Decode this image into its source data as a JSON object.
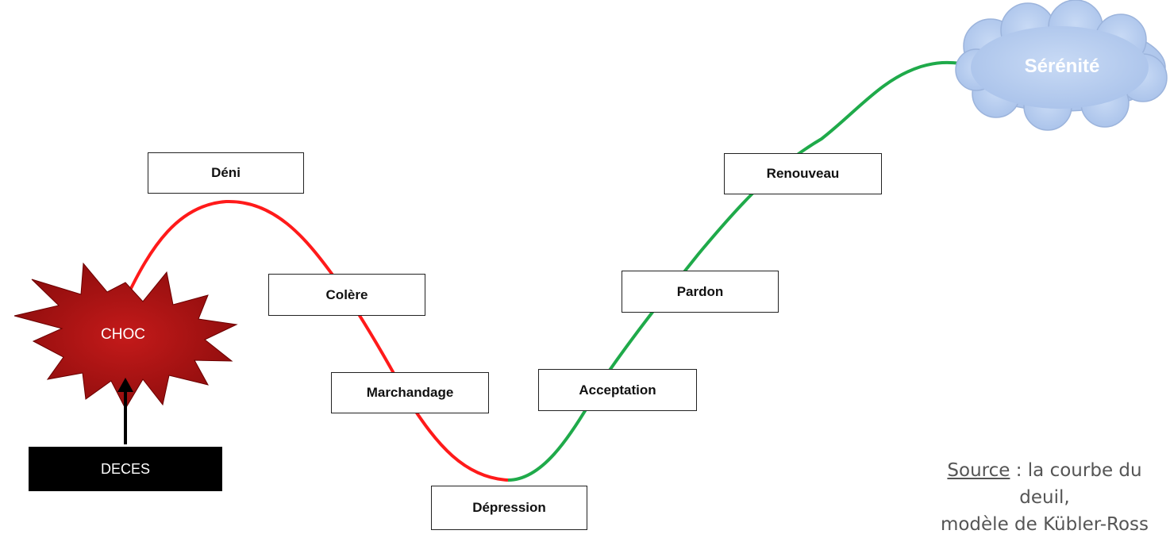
{
  "shock": {
    "label": "CHOC"
  },
  "death": {
    "label": "DECES"
  },
  "stages": {
    "deni": "Déni",
    "colere": "Colère",
    "marchandage": "Marchandage",
    "depression": "Dépression",
    "acceptation": "Acceptation",
    "pardon": "Pardon",
    "renouveau": "Renouveau"
  },
  "goal": {
    "label": "Sérénité"
  },
  "source": {
    "link_text": "Source",
    "text_line1": " : la courbe du deuil,",
    "text_line2": "modèle de Kübler-Ross"
  },
  "colors": {
    "declining_curve": "#ff1a1a",
    "rising_curve": "#1faa4a",
    "shock_fill": "#b01010",
    "cloud_fill": "#b8cff0"
  }
}
